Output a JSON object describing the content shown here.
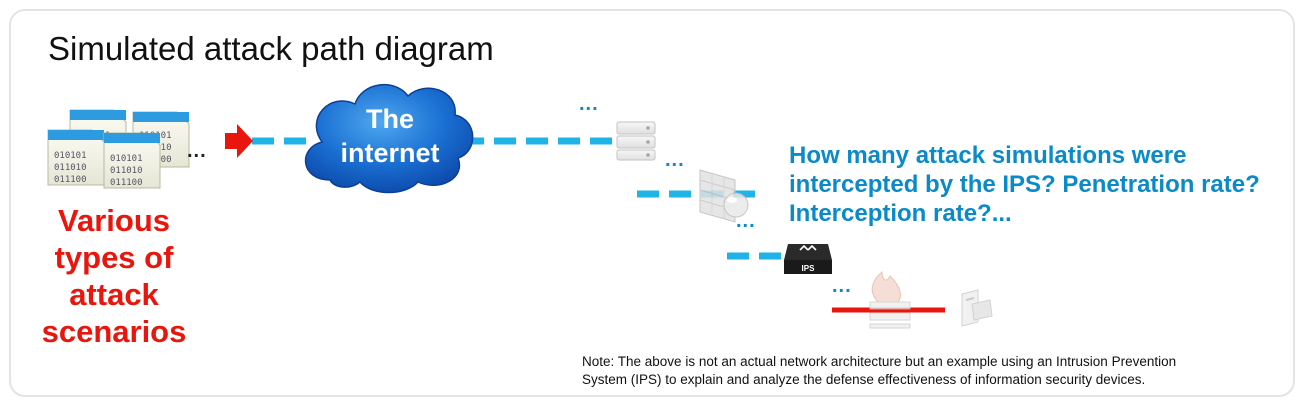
{
  "title": "Simulated attack path diagram",
  "attack_label": "Various types of attack scenarios",
  "cloud": {
    "line1": "The",
    "line2": "internet"
  },
  "question": {
    "line1": "How many attack simulations were",
    "line2": "intercepted by the IPS? Penetration rate?",
    "line3": "Interception rate?..."
  },
  "ellipsis": "...",
  "ips_label": "IPS",
  "file_text": [
    "010101",
    "011010",
    "011100"
  ],
  "note": {
    "line1": "Note: The above is not an actual network architecture but an example using an Intrusion Prevention",
    "line2": "System (IPS) to explain and analyze the defense effectiveness of information security devices."
  },
  "colors": {
    "attack": "#e8160c",
    "path": "#1fb3e8",
    "question": "#0a8ac9",
    "blocked": "#e8160c"
  },
  "icons": [
    "document-icon",
    "arrow-icon",
    "cloud-icon",
    "server-icon",
    "firewall-icon",
    "ips-icon",
    "fire-icon",
    "client-icon"
  ]
}
